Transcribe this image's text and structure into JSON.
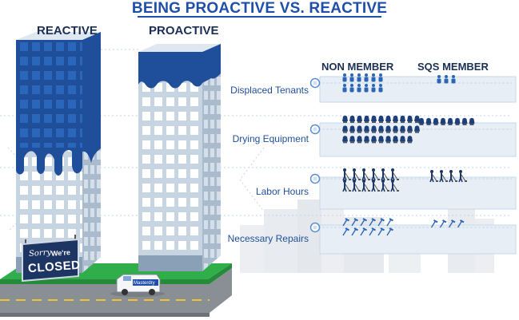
{
  "title": "BEING PROACTIVE VS. REACTIVE",
  "buildings": {
    "reactive_label": "REACTIVE",
    "proactive_label": "PROACTIVE"
  },
  "columns": {
    "non_member": "NON MEMBER",
    "sqs_member": "SQS MEMBER"
  },
  "rows": [
    {
      "label": "Displaced Tenants",
      "icon": "person-icon",
      "non_member_count": 12,
      "sqs_member_count": 3
    },
    {
      "label": "Drying Equipment",
      "icon": "air-mover-icon",
      "non_member_count": 32,
      "sqs_member_count": 8
    },
    {
      "label": "Labor Hours",
      "icon": "worker-vacuum-icon",
      "non_member_count": 12,
      "sqs_member_count": 4
    },
    {
      "label": "Necessary Repairs",
      "icon": "hammer-icon",
      "non_member_count": 12,
      "sqs_member_count": 4
    }
  ],
  "sign": {
    "sorry": "Sorry",
    "were": "We're",
    "closed": "CLOSED"
  },
  "van": {
    "text": "Masterdry"
  },
  "colors": {
    "title_blue": "#1f4fa8",
    "dark_navy": "#1b2f55",
    "flood_blue": "#1f4f9a",
    "icon_blue": "#2b66b5",
    "grass": "#2fae4a",
    "road": "#8a8f96",
    "building_face": "#c7d5e3",
    "building_side": "#a9bbcc"
  }
}
